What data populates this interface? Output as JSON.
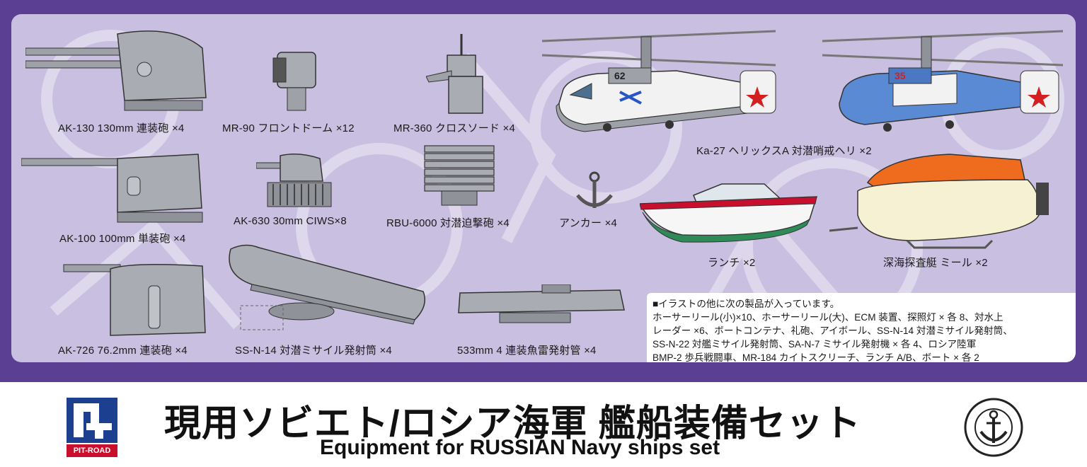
{
  "labels": {
    "ak130": "AK-130 130mm 連装砲 ×4",
    "mr90": "MR-90 フロントドーム ×12",
    "mr360": "MR-360 クロスソード ×4",
    "ka27": "Ka-27 ヘリックスA 対潜哨戒ヘリ ×2",
    "ak100": "AK-100 100mm 単装砲 ×4",
    "ak630": "AK-630 30mm CIWS×8",
    "rbu6000": "RBU-6000 対潜迫撃砲 ×4",
    "anchor": "アンカー ×4",
    "launch": "ランチ ×2",
    "mir": "深海探査艇 ミール ×2",
    "ak726": "AK-726 76.2mm 連装砲 ×4",
    "ssn14": "SS-N-14 対潜ミサイル発射筒 ×4",
    "torpedo": "533mm 4 連装魚雷発射管 ×4"
  },
  "helicopter_numbers": {
    "first": "62",
    "second": "35"
  },
  "notes": {
    "line1": "■イラストの他に次の製品が入っています。",
    "line2": "ホーサーリール(小)×10、ホーサーリール(大)、ECM 装置、探照灯 × 各 8、対水上",
    "line3": "レーダー ×6、ボートコンテナ、礼砲、アイボール、SS-N-14 対潜ミサイル発射筒、",
    "line4": "SS-N-22 対艦ミサイル発射筒、SA-N-7 ミサイル発射機 × 各 4、ロシア陸軍",
    "line5": "BMP-2 歩兵戦闘車、MR-184 カイトスクリーチ、ランチ A/B、ボート × 各 2"
  },
  "title": {
    "jp": "現用ソビエト/ロシア海軍 艦船装備セット",
    "en": "Equipment for RUSSIAN Navy ships set"
  },
  "brand": {
    "logo_text": "PIT-ROAD"
  },
  "colors": {
    "frame": "#5b3f93",
    "panel": "#c9bfe0",
    "equipment_gray": "#a9adb3",
    "heli_blue": "#4a78c2",
    "brand_red": "#c8102e"
  }
}
